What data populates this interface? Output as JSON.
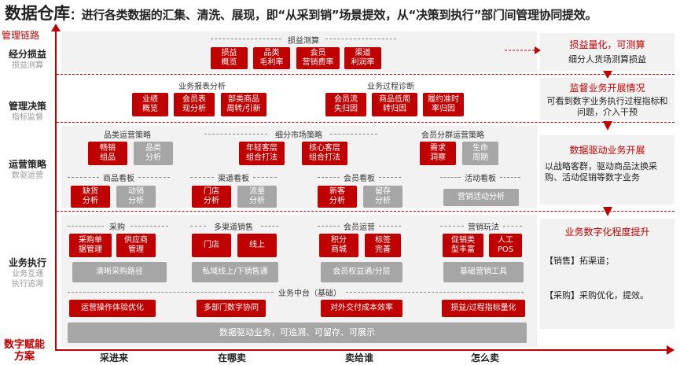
{
  "title": {
    "main": "数据仓库",
    "desc_pre": "：进行各类数据的汇集、清洗、展现，即“从采到销”场景提效，从“决策到执行”部门间管理协同提效。"
  },
  "y_axis_label": "管理链路",
  "bottom_label": "数字赋能方案",
  "x_labels": [
    "采进来",
    "在哪卖",
    "卖给谁",
    "怎么卖"
  ],
  "rows": [
    {
      "title": "经分损益",
      "sub": "损益测算"
    },
    {
      "title": "管理决策",
      "sub": "指标监督"
    },
    {
      "title": "运营策略",
      "sub": "数驱运营"
    },
    {
      "title": "业务执行",
      "sub": "业务互通\n执行追溯"
    }
  ],
  "sections": {
    "sunyi": "损益测算",
    "baobiao": "业务报表分析",
    "guocheng": "业务过程诊断",
    "pinlei_celue": "品类运营策略",
    "xifen": "细分市场策略",
    "huiyuan_fenqun": "会员分群运营策略",
    "shangpin_kb": "商品看板",
    "qudao_kb": "渠道看板",
    "huiyuan_kb": "会员看板",
    "huodong_kb": "活动看板",
    "caigou": "采购",
    "duoqudao": "多渠道销售",
    "huiyuan_yy": "会员运营",
    "yingxiao": "营销玩法",
    "zhongtai": "业务中台（基础）"
  },
  "boxes": {
    "sunyi_gaikuang": "损益\n概览",
    "pinlei_maoli": "品类\n毛利率",
    "huiyuan_yingxiao": "会员\n营销费率",
    "qudao_lirun": "渠道\n利润率",
    "yeji_gailan": "业绩\n概览",
    "huiyuan_biao": "会员表\n现分析",
    "bufen_shangpin": "部类商品\n周转/引新",
    "huiyuan_liushi": "会员流\n失归因",
    "shangpin_dizhou": "商品低周\n转归因",
    "lvyue": "履约准时\n率归因",
    "changxiao": "畅销\n组品",
    "pinlei_fenxi": "品类\n分析",
    "nianqing": "年轻客层\n组合打法",
    "hexin": "核心客层\n组合打法",
    "xuqiu": "需求\n洞察",
    "shengming": "生命\n周期",
    "quehuo": "缺货\n分析",
    "dongxiao": "动销\n分析",
    "mendian_fx": "门店\n分析",
    "liuliang": "流量\n分析",
    "xinke": "新客\n分析",
    "liucun": "留存\n分析",
    "yingxiao_huodong": "营销活动分析",
    "caigoudan": "采购单\n据管理",
    "gongying": "供应商\n管理",
    "qingxi": "清晰采购路径",
    "mendian": "门店",
    "xianshang": "线上",
    "siyu": "私域线上/下销售通",
    "jifen": "积分\n商城",
    "biaoqian": "标签\n完善",
    "quanyi": "会员权益通/分层",
    "cuxiao": "促销类\n型丰富",
    "rengong": "人工\nPOS",
    "jichu_yingxiao": "基础营销工具",
    "yunying_caozuo": "运营操作体验优化",
    "duobumen": "多部门数字协同",
    "duiwai": "对外交付成本效率",
    "sunyi_guocheng": "损益/过程指标量化",
    "shuju_qudong": "数据驱动业务，可追溯、可留存、可展示"
  },
  "panels": [
    {
      "title": "损益量化，可测算",
      "body": "细分人货场测算损益"
    },
    {
      "title": "监督业务开展情况",
      "body": "可看到数字业务执行过程指标和问题，介入干预"
    },
    {
      "title": "数据驱动业务开展",
      "body": "以战略客群，驱动商品汰换采购、活动促销等数字业务"
    },
    {
      "title": "业务数字化程度提升",
      "body1": "【销售】拓渠道；",
      "body2": "【采购】采购优化，提效。"
    }
  ],
  "colors": {
    "accent": "#c00000",
    "gray_box": "#a6a6a6",
    "panel_bg": "#f2f2f2"
  }
}
